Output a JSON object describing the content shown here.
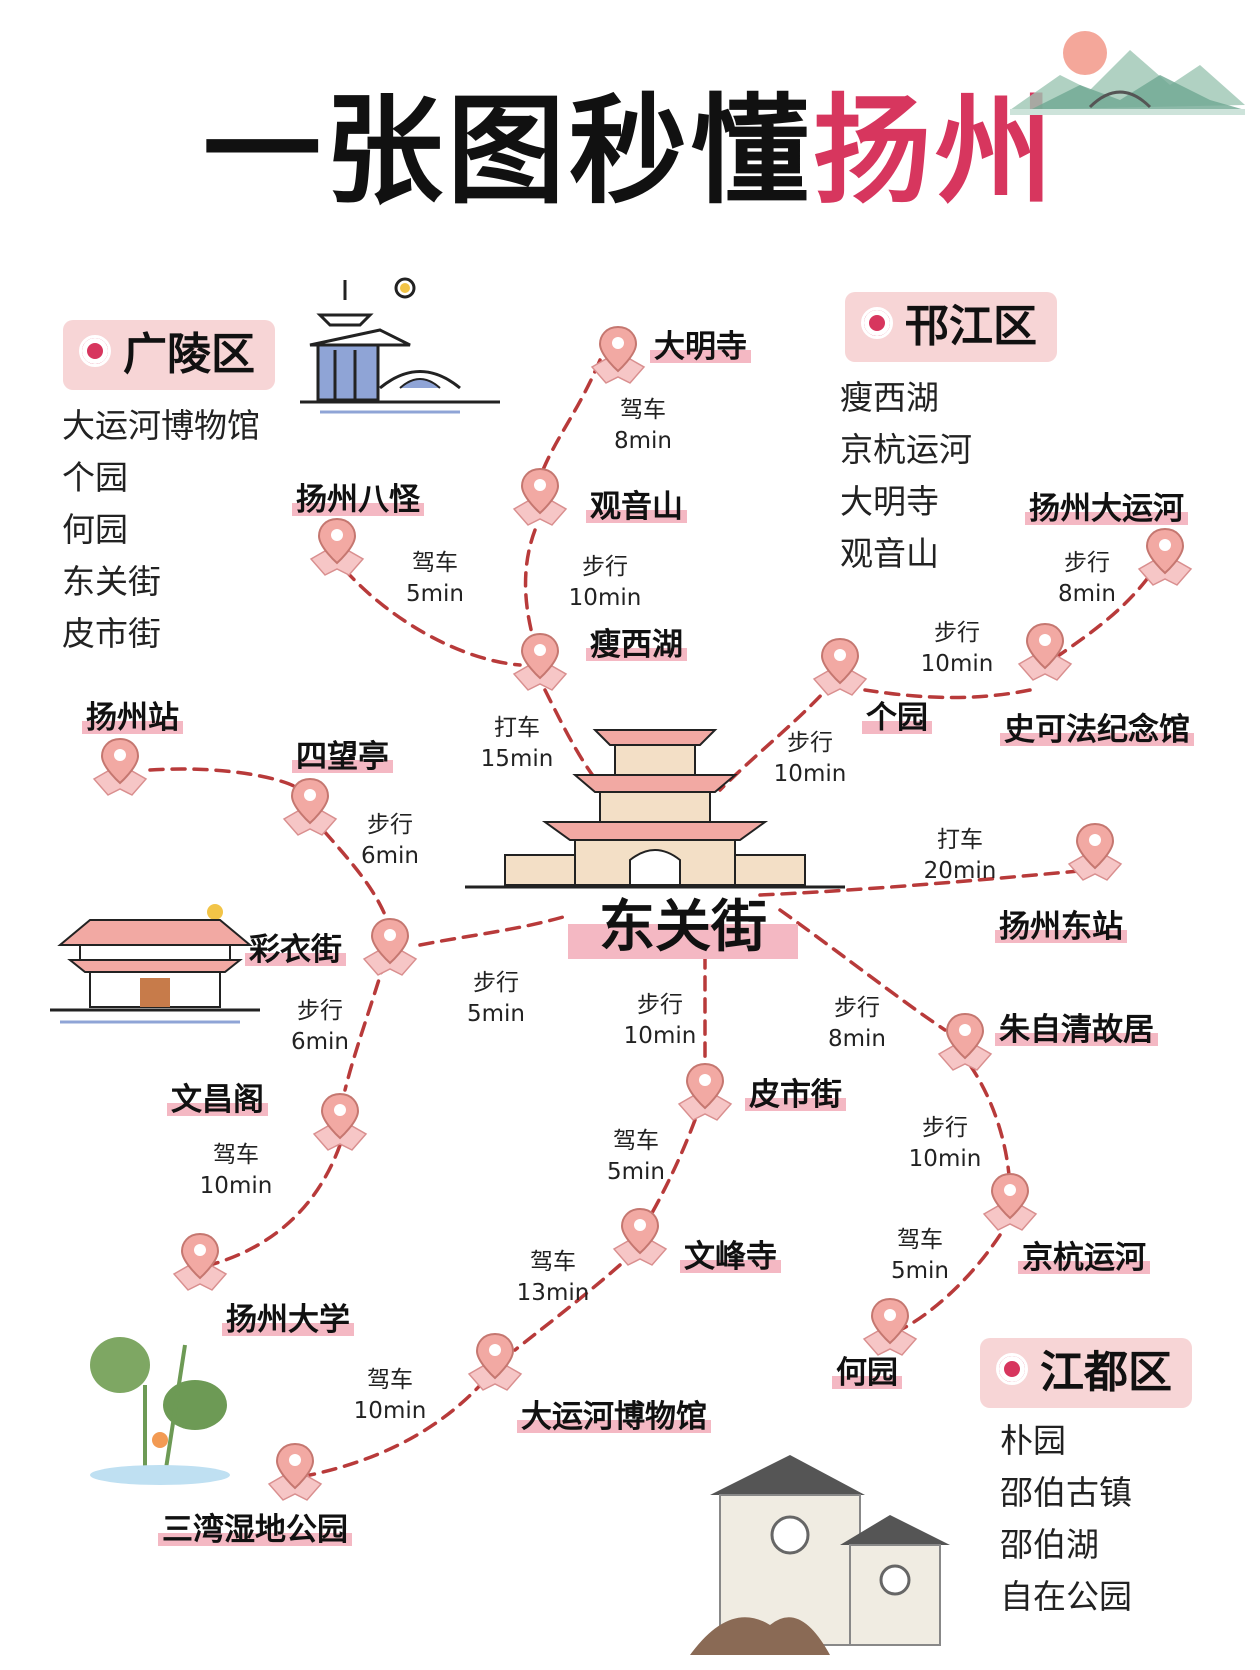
{
  "title": {
    "main": "一张图秒懂",
    "highlight": "扬州"
  },
  "districts": {
    "guangling": {
      "name": "广陵区",
      "items": [
        "大运河博物馆",
        "个园",
        "何园",
        "东关街",
        "皮市街"
      ]
    },
    "hanjiang": {
      "name": "邗江区",
      "items": [
        "瘦西湖",
        "京杭运河",
        "大明寺",
        "观音山"
      ]
    },
    "jiangdu": {
      "name": "江都区",
      "items": [
        "朴园",
        "邵伯古镇",
        "邵伯湖",
        "自在公园"
      ]
    }
  },
  "center": {
    "name": "东关街"
  },
  "pois": {
    "daming": "大明寺",
    "guanyin": "观音山",
    "shouxi": "瘦西湖",
    "baguai": "扬州八怪",
    "yunhe": "扬州大运河",
    "geyuan": "个园",
    "shikefa": "史可法纪念馆",
    "station": "扬州站",
    "siwang": "四望亭",
    "caiyi": "彩衣街",
    "wenchang": "文昌阁",
    "yzu": "扬州大学",
    "sanwan": "三湾湿地公园",
    "museum": "大运河博物馆",
    "wenfeng": "文峰寺",
    "pishi": "皮市街",
    "zhuziqing": "朱自清故居",
    "jinghang": "京杭运河",
    "heyuan": "何园",
    "eaststation": "扬州东站"
  },
  "routes": {
    "daming_guanyin": {
      "mode": "驾车",
      "time": "8min"
    },
    "guanyin_shouxi": {
      "mode": "步行",
      "time": "10min"
    },
    "baguai_shouxi": {
      "mode": "驾车",
      "time": "5min"
    },
    "shouxi_center": {
      "mode": "打车",
      "time": "15min"
    },
    "yunhe_shikefa": {
      "mode": "步行",
      "time": "8min"
    },
    "geyuan_shikefa": {
      "mode": "步行",
      "time": "10min"
    },
    "center_geyuan": {
      "mode": "步行",
      "time": "10min"
    },
    "center_east": {
      "mode": "打车",
      "time": "20min"
    },
    "siwang_caiyi": {
      "mode": "步行",
      "time": "6min"
    },
    "caiyi_center": {
      "mode": "步行",
      "time": "5min"
    },
    "caiyi_wenchang": {
      "mode": "步行",
      "time": "6min"
    },
    "wenchang_yzu": {
      "mode": "驾车",
      "time": "10min"
    },
    "center_pishi": {
      "mode": "步行",
      "time": "10min"
    },
    "pishi_wenfeng": {
      "mode": "驾车",
      "time": "5min"
    },
    "wenfeng_museum": {
      "mode": "驾车",
      "time": "13min"
    },
    "museum_sanwan": {
      "mode": "驾车",
      "time": "10min"
    },
    "center_zhuziqing": {
      "mode": "步行",
      "time": "8min"
    },
    "zhuziqing_jinghang": {
      "mode": "步行",
      "time": "10min"
    },
    "jinghang_heyuan": {
      "mode": "驾车",
      "time": "5min"
    }
  },
  "colors": {
    "accent": "#d7365e",
    "route": "#b83a3a",
    "highlight": "#f4b8c3",
    "district_bg": "#f7d5d6",
    "pin": "#f2a9a3"
  }
}
